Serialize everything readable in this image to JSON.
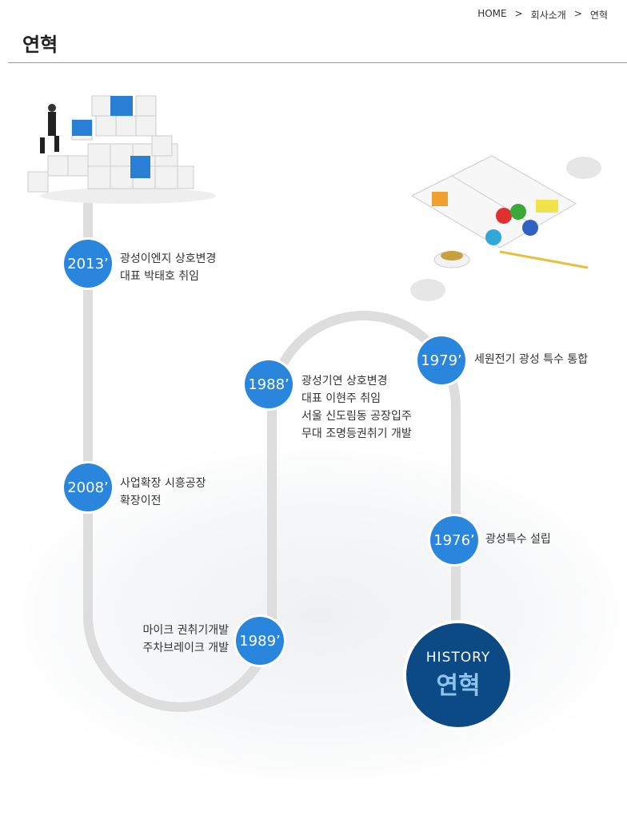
{
  "breadcrumb": {
    "items": [
      "HOME",
      "회사소개",
      "연혁"
    ],
    "separator": ">"
  },
  "page_title": "연혁",
  "history_badge": {
    "en": "HISTORY",
    "ko": "연혁"
  },
  "events": [
    {
      "year": "2013’",
      "lines": [
        "광성이엔지 상호변경",
        "대표 박태호 취임"
      ]
    },
    {
      "year": "2008’",
      "lines": [
        "사업확장 시흥공장",
        "확장이전"
      ]
    },
    {
      "year": "1989’",
      "lines": [
        "마이크 권취기개발",
        "주차브레이크 개발"
      ]
    },
    {
      "year": "1988’",
      "lines": [
        "광성기연 상호변경",
        "대표 이현주 취임",
        "서울 신도림동 공장입주",
        "무대 조명등권취기 개발"
      ]
    },
    {
      "year": "1979’",
      "lines": [
        "세원전기 광성 특수 통합"
      ]
    },
    {
      "year": "1976’",
      "lines": [
        "광성특수 설립"
      ]
    }
  ],
  "colors": {
    "year_circle": "#2a86dc",
    "history_circle": "#0b4a85",
    "path": "#dddddd"
  }
}
